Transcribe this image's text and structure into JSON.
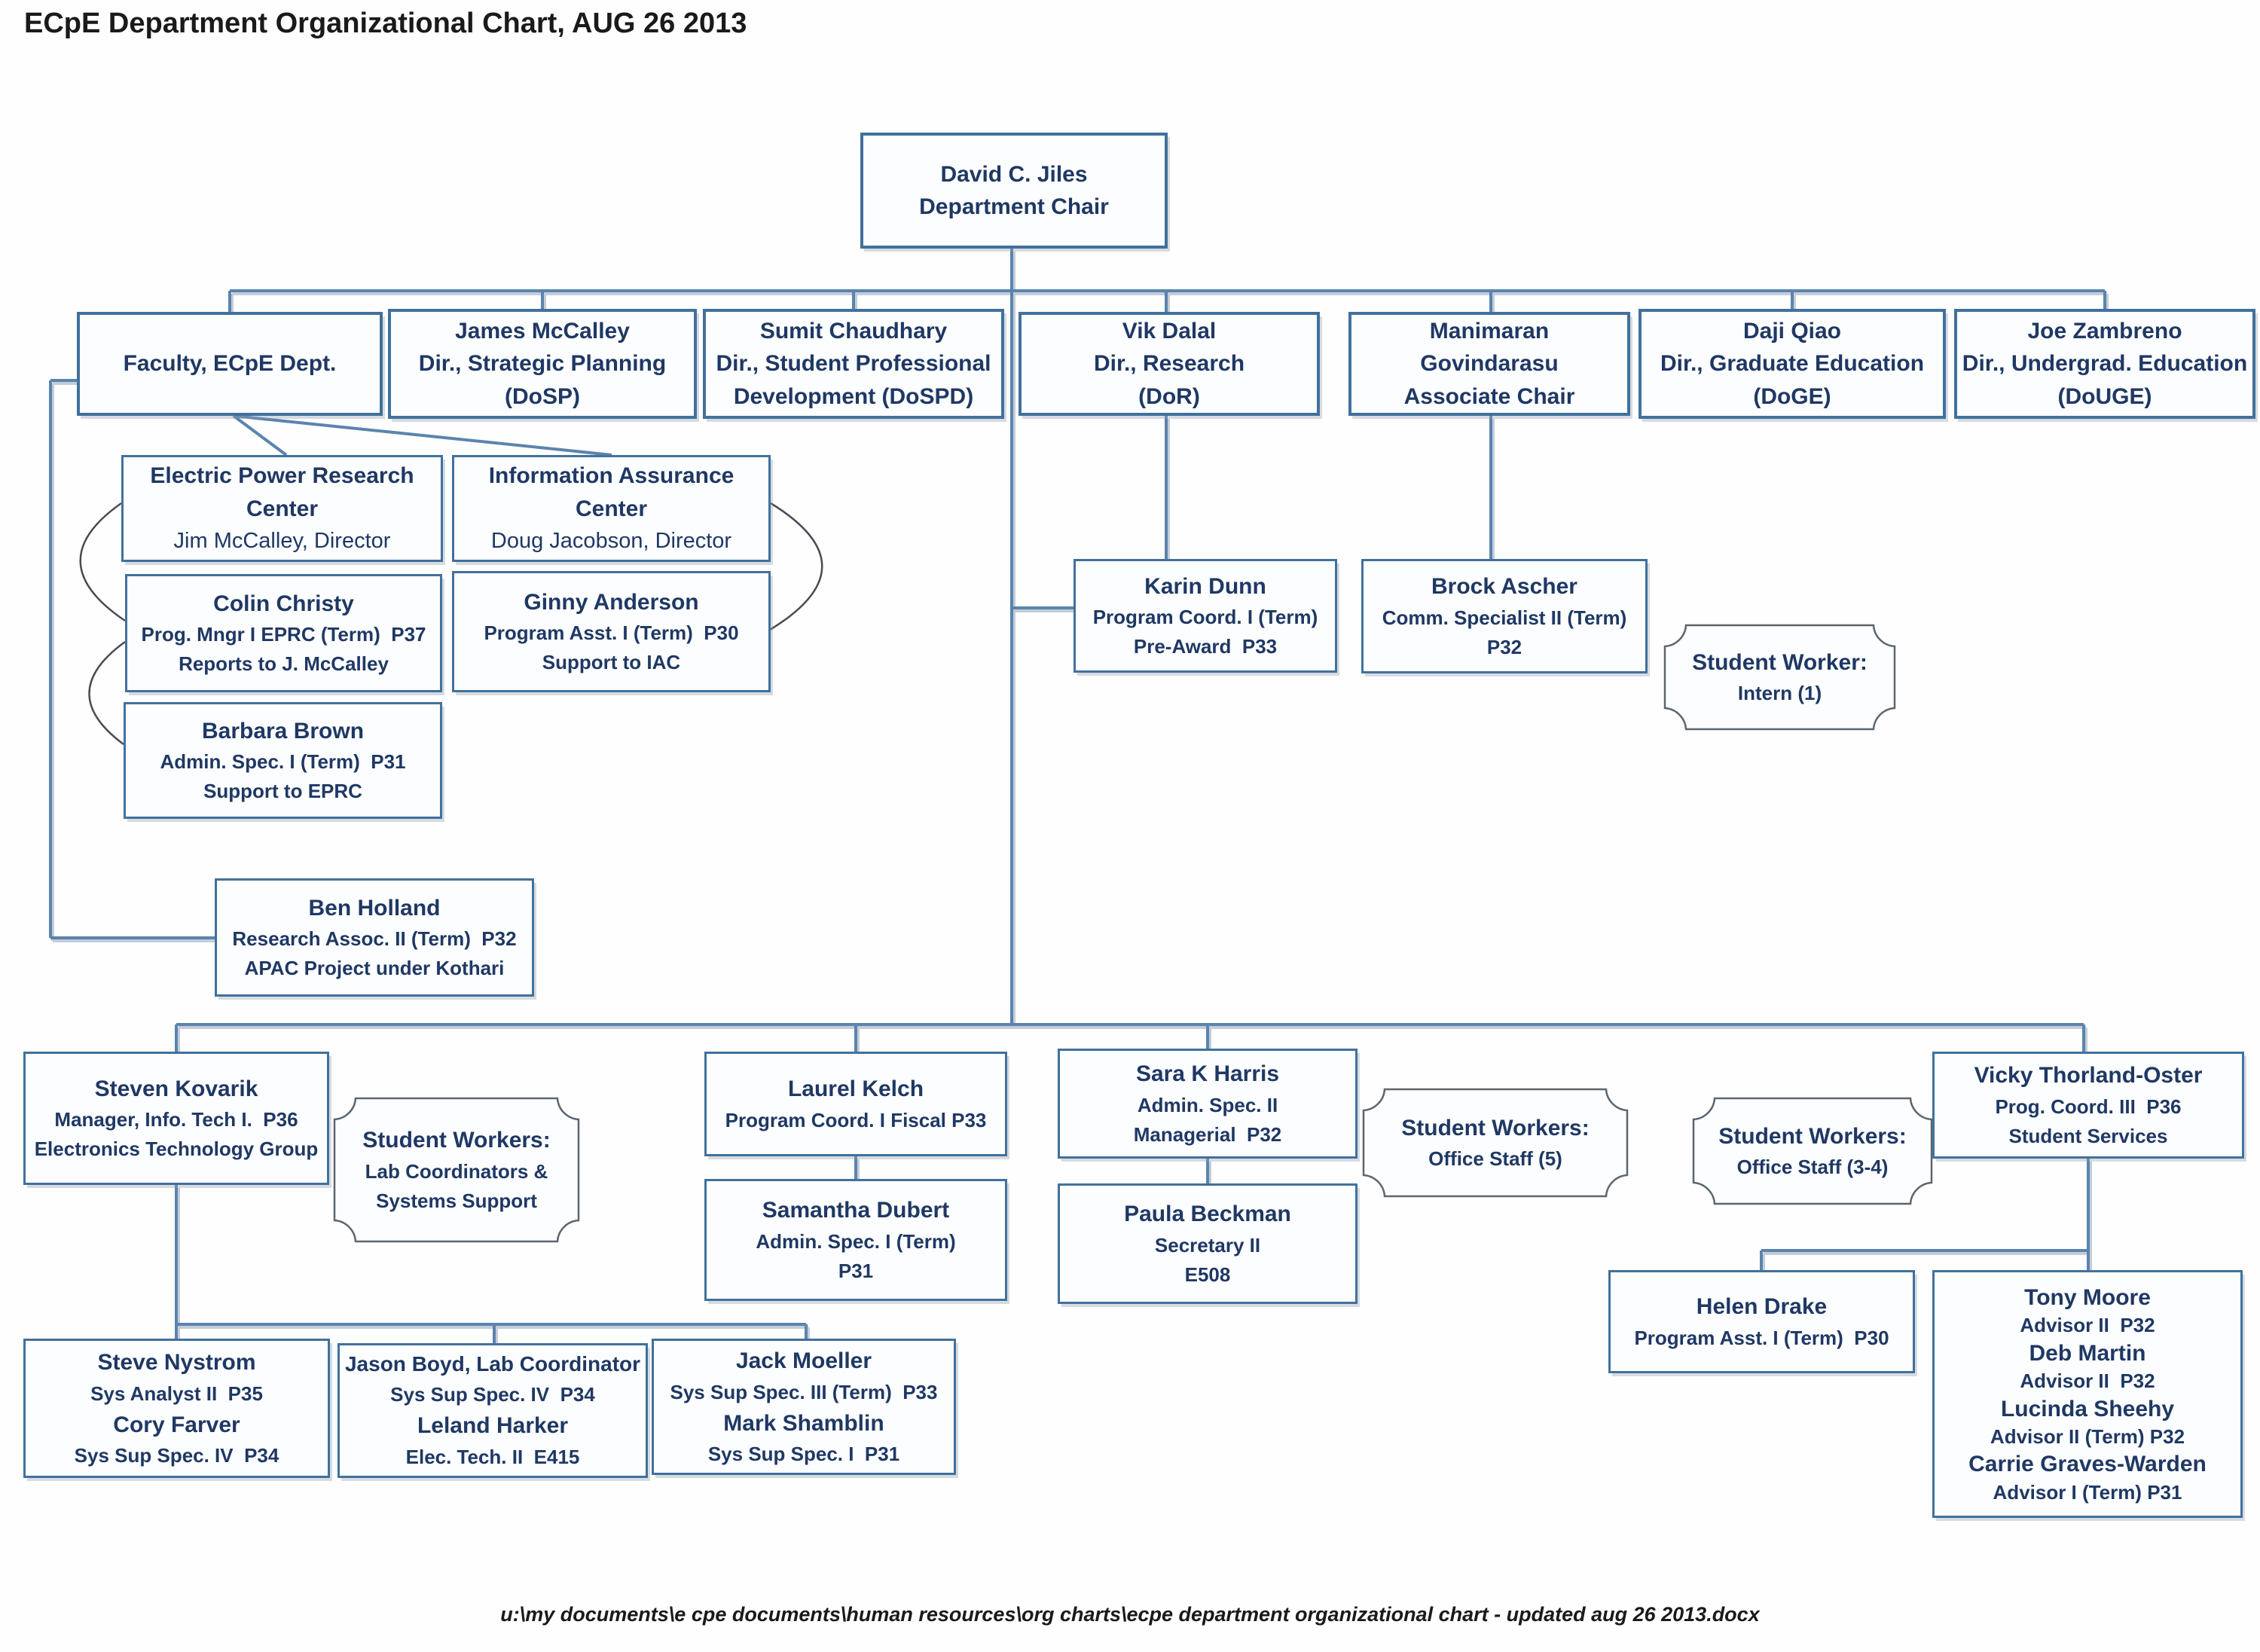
{
  "title": "ECpE Department Organizational Chart, AUG 26 2013",
  "footer": "u:\\my documents\\e cpe documents\\human resources\\org charts\\ecpe department organizational chart - updated aug 26 2013.docx",
  "colors": {
    "box_border": "#41719C",
    "connector": "#5B84AE",
    "connector_shadow": "#C3CDD9",
    "text_navy": "#1F3864",
    "plaque_border": "#5C6670",
    "box_fill": "#FCFDFE",
    "page_bg": "#FEFEFE",
    "title_color": "#1A1A1A"
  },
  "boxes": {
    "jiles": {
      "lines": [
        {
          "t": "David C. Jiles",
          "c": "nm"
        },
        {
          "t": "Department Chair",
          "c": "nm"
        }
      ]
    },
    "faculty": {
      "lines": [
        {
          "t": "Faculty, ECpE Dept.",
          "c": "nm"
        }
      ]
    },
    "mccalley": {
      "lines": [
        {
          "t": "James McCalley",
          "c": "nm"
        },
        {
          "t": "Dir., Strategic Planning",
          "c": "nm"
        },
        {
          "t": "(DoSP)",
          "c": "nm"
        }
      ]
    },
    "chaudhary": {
      "lines": [
        {
          "t": "Sumit Chaudhary",
          "c": "nm"
        },
        {
          "t": "Dir., Student Professional",
          "c": "nm"
        },
        {
          "t": "Development (DoSPD)",
          "c": "nm"
        }
      ]
    },
    "dalal": {
      "lines": [
        {
          "t": "Vik Dalal",
          "c": "nm"
        },
        {
          "t": "Dir., Research",
          "c": "nm"
        },
        {
          "t": "(DoR)",
          "c": "nm"
        }
      ]
    },
    "govindarasu": {
      "lines": [
        {
          "t": "Manimaran",
          "c": "nm"
        },
        {
          "t": "Govindarasu",
          "c": "nm"
        },
        {
          "t": "Associate Chair",
          "c": "nm"
        }
      ]
    },
    "qiao": {
      "lines": [
        {
          "t": "Daji Qiao",
          "c": "nm"
        },
        {
          "t": "Dir., Graduate Education",
          "c": "nm"
        },
        {
          "t": "(DoGE)",
          "c": "nm"
        }
      ]
    },
    "zambreno": {
      "lines": [
        {
          "t": "Joe Zambreno",
          "c": "nm"
        },
        {
          "t": "Dir., Undergrad. Education",
          "c": "nm"
        },
        {
          "t": "(DoUGE)",
          "c": "nm"
        }
      ]
    },
    "eprc": {
      "lines": [
        {
          "t": "Electric Power Research",
          "c": "nm"
        },
        {
          "t": "Center",
          "c": "nm"
        },
        {
          "t": "Jim McCalley, Director",
          "c": "dir"
        }
      ]
    },
    "iac": {
      "lines": [
        {
          "t": "Information Assurance",
          "c": "nm"
        },
        {
          "t": "Center",
          "c": "nm"
        },
        {
          "t": "Doug Jacobson, Director",
          "c": "dir"
        }
      ]
    },
    "christy": {
      "lines": [
        {
          "t": "Colin Christy",
          "c": "nm"
        },
        {
          "t": "Prog. Mngr I EPRC (Term)  P37",
          "c": "rl"
        },
        {
          "t": "Reports to J. McCalley",
          "c": "rl"
        }
      ]
    },
    "anderson": {
      "lines": [
        {
          "t": "Ginny Anderson",
          "c": "nm"
        },
        {
          "t": "Program Asst. I (Term)  P30",
          "c": "rl"
        },
        {
          "t": "Support to IAC",
          "c": "rl"
        }
      ]
    },
    "brown": {
      "lines": [
        {
          "t": "Barbara Brown",
          "c": "nm"
        },
        {
          "t": "Admin. Spec. I (Term)  P31",
          "c": "rl"
        },
        {
          "t": "Support to EPRC",
          "c": "rl"
        }
      ]
    },
    "holland": {
      "lines": [
        {
          "t": "Ben Holland",
          "c": "nm"
        },
        {
          "t": "Research Assoc. II (Term)  P32",
          "c": "rl"
        },
        {
          "t": "APAC Project under Kothari",
          "c": "rl"
        }
      ]
    },
    "karin": {
      "lines": [
        {
          "t": "Karin Dunn",
          "c": "nm"
        },
        {
          "t": "Program Coord. I (Term)",
          "c": "rl"
        },
        {
          "t": "Pre-Award  P33",
          "c": "rl"
        }
      ]
    },
    "brock": {
      "lines": [
        {
          "t": "Brock Ascher",
          "c": "nm"
        },
        {
          "t": "Comm. Specialist II (Term)",
          "c": "rl"
        },
        {
          "t": "P32",
          "c": "rl"
        }
      ]
    },
    "sw_intern": {
      "lines": [
        {
          "t": "Student Worker:",
          "c": "nm"
        },
        {
          "t": "Intern (1)",
          "c": "rl"
        }
      ]
    },
    "kovarik": {
      "lines": [
        {
          "t": "Steven Kovarik",
          "c": "nm"
        },
        {
          "t": "Manager, Info. Tech I.  P36",
          "c": "rl"
        },
        {
          "t": "Electronics Technology Group",
          "c": "rl"
        }
      ]
    },
    "sw_lab": {
      "lines": [
        {
          "t": "Student Workers:",
          "c": "nm"
        },
        {
          "t": "Lab Coordinators &",
          "c": "rl"
        },
        {
          "t": "Systems Support",
          "c": "rl"
        }
      ]
    },
    "kelch": {
      "lines": [
        {
          "t": "Laurel Kelch",
          "c": "nm"
        },
        {
          "t": "Program Coord. I Fiscal P33",
          "c": "rl"
        }
      ]
    },
    "dubert": {
      "lines": [
        {
          "t": "Samantha Dubert",
          "c": "nm"
        },
        {
          "t": "Admin. Spec. I (Term)",
          "c": "rl"
        },
        {
          "t": "P31",
          "c": "rl"
        }
      ]
    },
    "harris": {
      "lines": [
        {
          "t": "Sara K Harris",
          "c": "nm"
        },
        {
          "t": "Admin. Spec. II",
          "c": "rl"
        },
        {
          "t": "Managerial  P32",
          "c": "rl"
        }
      ]
    },
    "beckman": {
      "lines": [
        {
          "t": "Paula Beckman",
          "c": "nm"
        },
        {
          "t": "Secretary II",
          "c": "rl"
        },
        {
          "t": "E508",
          "c": "rl"
        }
      ]
    },
    "sw_office5": {
      "lines": [
        {
          "t": "Student Workers:",
          "c": "nm"
        },
        {
          "t": "Office Staff (5)",
          "c": "rl"
        }
      ]
    },
    "sw_office34": {
      "lines": [
        {
          "t": "Student Workers:",
          "c": "nm"
        },
        {
          "t": "Office Staff (3-4)",
          "c": "rl"
        }
      ]
    },
    "thorland": {
      "lines": [
        {
          "t": "Vicky Thorland-Oster",
          "c": "nm"
        },
        {
          "t": "Prog. Coord. III  P36",
          "c": "rl"
        },
        {
          "t": "Student Services",
          "c": "rl"
        }
      ]
    },
    "drake": {
      "lines": [
        {
          "t": "Helen Drake",
          "c": "nm"
        },
        {
          "t": "Program Asst. I (Term)  P30",
          "c": "rl"
        }
      ]
    },
    "advisors": {
      "lines": [
        {
          "t": "Tony Moore",
          "c": "nm"
        },
        {
          "t": "Advisor II  P32",
          "c": "rl"
        },
        {
          "t": "Deb Martin",
          "c": "nm"
        },
        {
          "t": "Advisor II  P32",
          "c": "rl"
        },
        {
          "t": "Lucinda Sheehy",
          "c": "nm"
        },
        {
          "t": "Advisor II (Term) P32",
          "c": "rl"
        },
        {
          "t": "Carrie Graves-Warden",
          "c": "nm"
        },
        {
          "t": "Advisor I (Term) P31",
          "c": "rl"
        }
      ]
    },
    "nystrom": {
      "lines": [
        {
          "t": "Steve Nystrom",
          "c": "nm"
        },
        {
          "t": "Sys Analyst II  P35",
          "c": "rl"
        },
        {
          "t": "Cory Farver",
          "c": "nm"
        },
        {
          "t": "Sys Sup Spec. IV  P34",
          "c": "rl"
        }
      ]
    },
    "boyd": {
      "lines": [
        {
          "t": "Jason Boyd, Lab Coordinator",
          "c": "nms"
        },
        {
          "t": "Sys Sup Spec. IV  P34",
          "c": "rl"
        },
        {
          "t": "Leland Harker",
          "c": "nm"
        },
        {
          "t": "Elec. Tech. II  E415",
          "c": "rl"
        }
      ]
    },
    "moeller": {
      "lines": [
        {
          "t": "Jack Moeller",
          "c": "nm"
        },
        {
          "t": "Sys Sup Spec. III (Term)  P33",
          "c": "rl"
        },
        {
          "t": "Mark Shamblin",
          "c": "nm"
        },
        {
          "t": "Sys Sup Spec. I  P31",
          "c": "rl"
        }
      ]
    }
  }
}
